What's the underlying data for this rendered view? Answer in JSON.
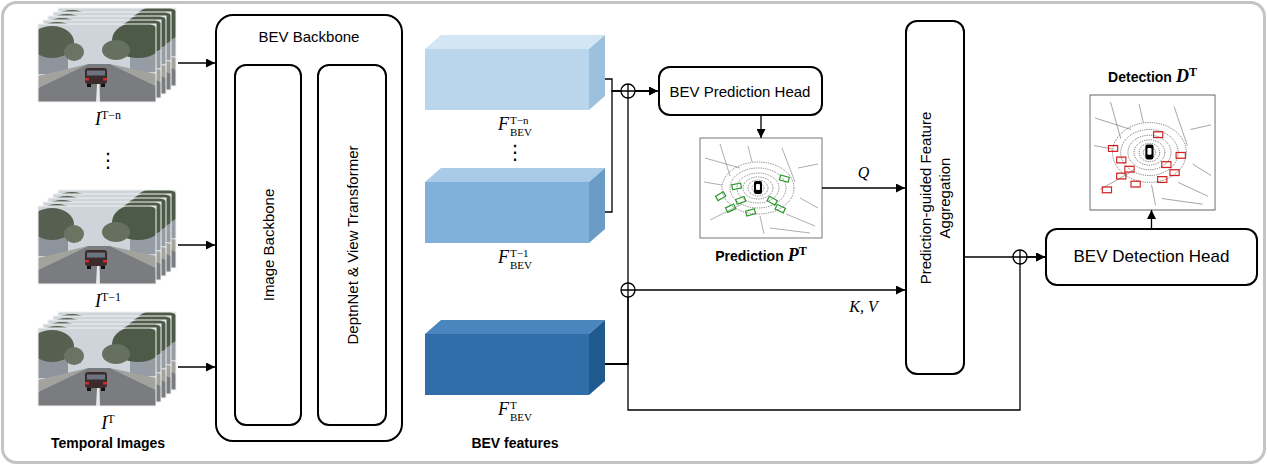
{
  "diagram": {
    "nodes": [
      {
        "text": [
          "I",
          "T−n"
        ]
      },
      {
        "text": [
          "I",
          "T−1"
        ]
      },
      {
        "text": [
          "I",
          "T"
        ]
      },
      {
        "text": [
          "BEV Backbone"
        ]
      },
      {
        "text": [
          "Image Backbone"
        ],
        "in": 3
      },
      {
        "text": [
          "DeptnNet & View Transformer"
        ],
        "in": 3
      },
      {
        "text": [
          "F",
          "BEV",
          "T−n"
        ]
      },
      {
        "text": [
          "F",
          "BEV",
          "T−1"
        ]
      },
      {
        "text": [
          "F",
          "BEV",
          "T"
        ]
      },
      {
        "text": [
          "BEV Prediction Head"
        ]
      },
      {
        "text": [
          "Prediction",
          "P",
          "T"
        ]
      },
      {
        "text": [
          "Prediction-guided Feature Aggregation"
        ]
      },
      {
        "text": [
          "Detection",
          "D",
          "T"
        ]
      },
      {
        "text": [
          "BEV Detection Head"
        ]
      }
    ],
    "edges": [
      {
        "from": 0,
        "to": 3,
        "arrow": "to"
      },
      {
        "from": 1,
        "to": 3,
        "arrow": "to"
      },
      {
        "from": 2,
        "to": 3,
        "arrow": "to"
      },
      {
        "from": 6,
        "to": 9,
        "arrow": "to"
      },
      {
        "from": 7,
        "to": 9,
        "arrow": "to"
      },
      {
        "from": 8,
        "to": 9,
        "arrow": "to"
      },
      {
        "from": 9,
        "to": 10,
        "arrow": "to"
      },
      {
        "from": 10,
        "to": 11,
        "label": "Q",
        "arrow": "to"
      },
      {
        "from": 8,
        "to": 11,
        "label": "K, V",
        "arrow": "to"
      },
      {
        "from": 11,
        "to": 13,
        "arrow": "to"
      },
      {
        "from": 8,
        "to": 13,
        "arrow": "to"
      },
      {
        "from": 13,
        "to": 12,
        "arrow": "to"
      }
    ],
    "labels": [
      "⋮",
      "Temporal Images",
      "⋮",
      "BEV features"
    ]
  }
}
